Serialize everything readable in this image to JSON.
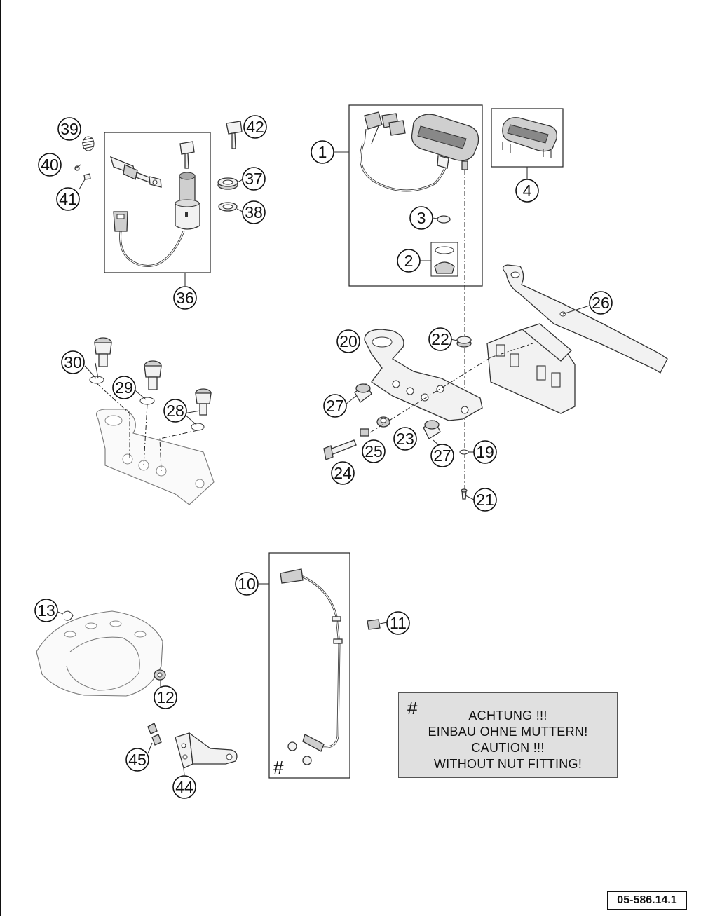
{
  "callouts": {
    "c1": "1",
    "c2": "2",
    "c3": "3",
    "c4": "4",
    "c10": "10",
    "c11": "11",
    "c12": "12",
    "c13": "13",
    "c19": "19",
    "c20": "20",
    "c21": "21",
    "c22": "22",
    "c23": "23",
    "c24": "24",
    "c25": "25",
    "c26": "26",
    "c27a": "27",
    "c27b": "27",
    "c28": "28",
    "c29": "29",
    "c30": "30",
    "c36": "36",
    "c37": "37",
    "c38": "38",
    "c39": "39",
    "c40": "40",
    "c41": "41",
    "c42": "42",
    "c44": "44",
    "c45": "45"
  },
  "sensor_marker": "#",
  "caution": {
    "marker": "#",
    "line1": "ACHTUNG !!!",
    "line2": "EINBAU OHNE MUTTERN!",
    "line3": "CAUTION !!!",
    "line4": "WITHOUT NUT FITTING!"
  },
  "reference_code": "05-586.14.1"
}
